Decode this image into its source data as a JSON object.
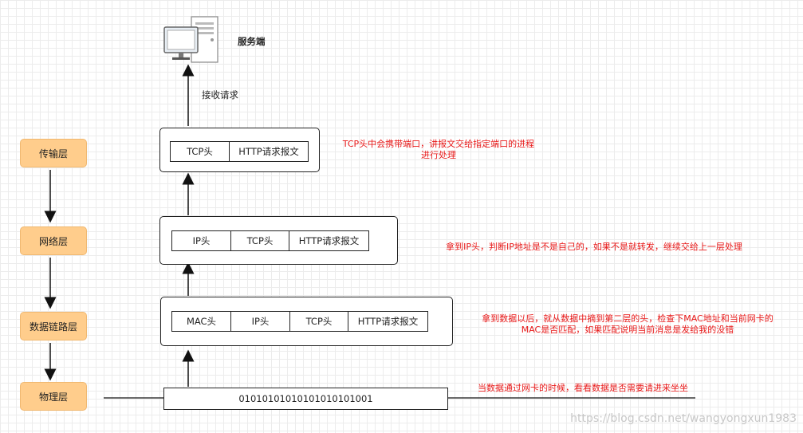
{
  "server": {
    "label": "服务端",
    "icon": "server-computer-icon"
  },
  "request_label": "接收请求",
  "layers": [
    {
      "label": "传输层"
    },
    {
      "label": "网络层"
    },
    {
      "label": "数据链路层"
    },
    {
      "label": "物理层"
    }
  ],
  "packets": {
    "transport": [
      "TCP头",
      "HTTP请求报文"
    ],
    "network": [
      "IP头",
      "TCP头",
      "HTTP请求报文"
    ],
    "datalink": [
      "MAC头",
      "IP头",
      "TCP头",
      "HTTP请求报文"
    ],
    "physical": "01010101010101010101001"
  },
  "notes": {
    "transport": [
      "TCP头中会携带端口，讲报文交给指定端口的进程",
      "进行处理"
    ],
    "network": [
      "拿到IP头，判断IP地址是不是自己的，如果不是就转发，继续交给上一层处理"
    ],
    "datalink": [
      "拿到数据以后，就从数据中摘到第二层的头，检查下MAC地址和当前网卡的",
      "MAC是否匹配，如果匹配说明当前消息是发给我的没错"
    ],
    "physical": [
      "当数据通过网卡的时候，看看数据是否需要请进来坐坐"
    ]
  },
  "colors": {
    "layer_fill": "#ffcd8c",
    "note_text": "#e81919",
    "stroke": "#222222"
  },
  "watermark": "https://blog.csdn.net/wangyongxun1983"
}
